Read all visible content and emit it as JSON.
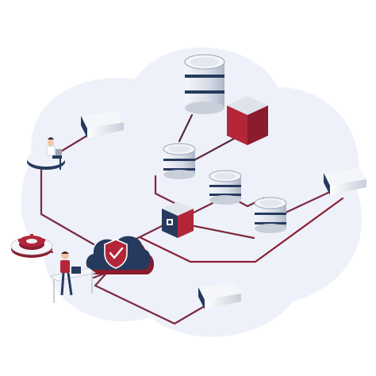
{
  "colors": {
    "background": "#ffffff",
    "blob": "#eef1f9",
    "line_dark": "#5a2a3e",
    "line_red": "#8a1f33",
    "navy": "#263a5e",
    "navy_dark": "#1b2a47",
    "red": "#b3263a",
    "red_dark": "#8a1c2d",
    "silver": "#e6e9ef",
    "silver_mid": "#c9cfda",
    "silver_dark": "#9aa3b5",
    "skin": "#f1c6a8",
    "white": "#ffffff"
  },
  "icons": [
    "database-stack-large",
    "database-stack-mid",
    "database-stack-center",
    "database-stack-right",
    "red-server-cube",
    "processor-cube",
    "router-top-left",
    "router-right",
    "router-bottom",
    "cloud-shield",
    "gear-platform",
    "woman-with-laptop",
    "man-at-desk"
  ]
}
